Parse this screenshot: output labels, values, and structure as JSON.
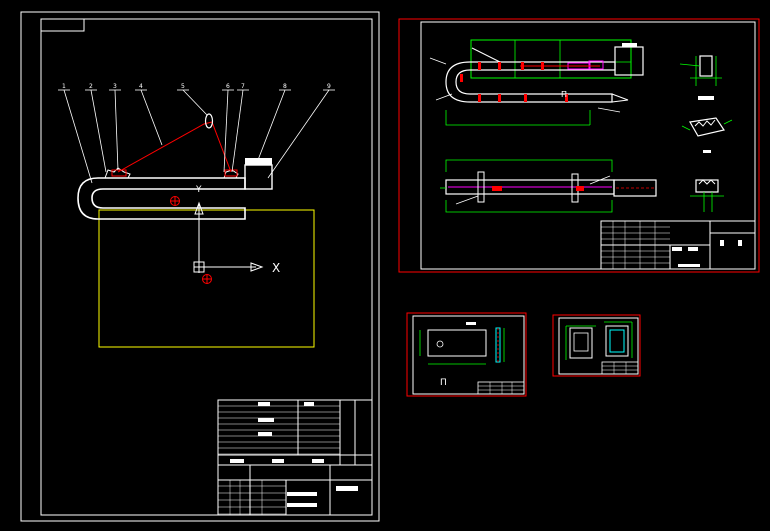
{
  "colors": {
    "background": "#000000",
    "sheet_border": "#ffffff",
    "part_outline": "#ffffff",
    "leader": "#ffffff",
    "link": "#ff0000",
    "frame_box": "#ffff00",
    "sheet_frame_red": "#ff0000",
    "dimension": "#00ff00",
    "section_fill": "#ff0000",
    "hidden": "#00ffff",
    "highlight": "#ff00ff"
  },
  "main_sheet": {
    "part_balloons": [
      "1",
      "2",
      "3",
      "4",
      "5",
      "6",
      "7",
      "8",
      "9"
    ],
    "axis_x_label": "X",
    "axis_y_label": "Y"
  },
  "detail_sheet": {
    "view_label": "Π"
  },
  "small_sheet_1": {
    "view_label": "Π"
  }
}
